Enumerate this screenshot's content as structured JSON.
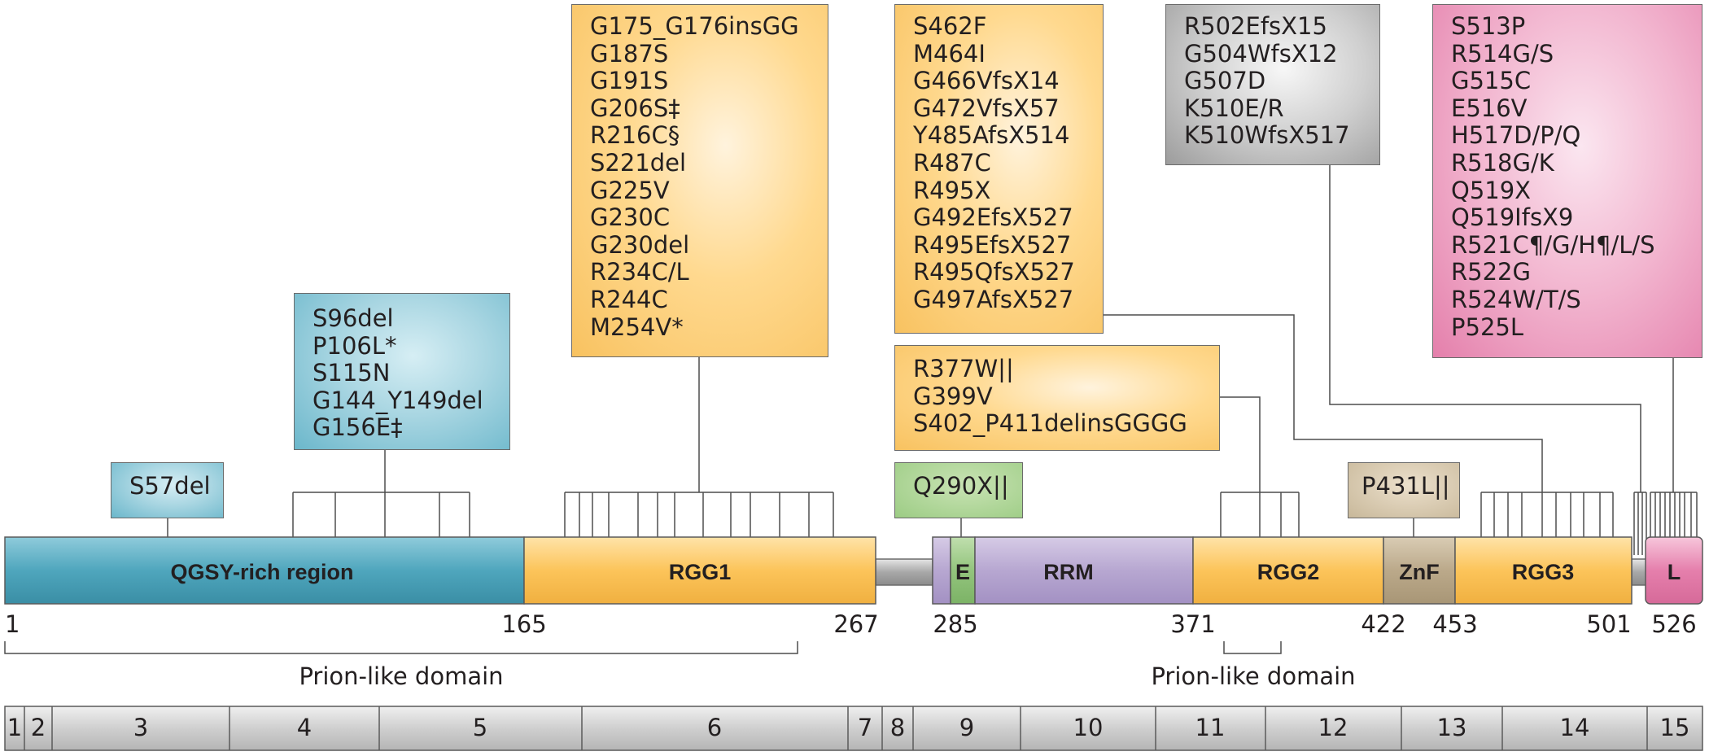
{
  "mutation_groups": {
    "qgsy_single": [
      "S57del"
    ],
    "qgsy_cluster": [
      "S96del",
      "P106L*",
      "S115N",
      "G144_Y149del",
      "G156E‡"
    ],
    "rgg1": [
      "G175_G176insGG",
      "G187S",
      "G191S",
      "G206S‡",
      "R216C§",
      "S221del",
      "G225V",
      "G230C",
      "G230del",
      "R234C/L",
      "R244C",
      "M254V*"
    ],
    "exon_e": [
      "Q290X||"
    ],
    "rgg2_a": [
      "S462F",
      "M464I",
      "G466VfsX14",
      "G472VfsX57",
      "Y485AfsX514",
      "R487C",
      "R495X",
      "G492EfsX527",
      "R495EfsX527",
      "R495QfsX527",
      "G497AfsX527"
    ],
    "rgg2_b": [
      "R377W||",
      "G399V",
      "S402_P411delinsGGGG"
    ],
    "znf": [
      "P431L||"
    ],
    "gray": [
      "R502EfsX15",
      "G504WfsX12",
      "G507D",
      "K510E/R",
      "K510WfsX517"
    ],
    "pink": [
      "S513P",
      "R514G/S",
      "G515C",
      "E516V",
      "H517D/P/Q",
      "R518G/K",
      "Q519X",
      "Q519IfsX9",
      "R521C¶/G/H¶/L/S",
      "R522G",
      "R524W/T/S",
      "P525L"
    ]
  },
  "domains": {
    "qgsy": "QGSY-rich region",
    "rgg1": "RGG1",
    "e": "E",
    "rrm": "RRM",
    "rgg2": "RGG2",
    "znf": "ZnF",
    "rgg3": "RGG3",
    "l": "L"
  },
  "positions": [
    "1",
    "165",
    "267",
    "285",
    "371",
    "422",
    "453",
    "501",
    "526"
  ],
  "prion_labels": [
    "Prion-like domain",
    "Prion-like domain"
  ],
  "exons": [
    "1",
    "2",
    "3",
    "4",
    "5",
    "6",
    "7",
    "8",
    "9",
    "10",
    "11",
    "12",
    "13",
    "14",
    "15"
  ],
  "colors": {
    "qgsy": "#4fa6bd",
    "rgg": "#fcc45a",
    "e": "#93c47d",
    "rrm": "#b7a7d1",
    "znf": "#bba98a",
    "l": "#e57fac",
    "linker": "#a0a0a0",
    "exon": "#cfcfcf"
  }
}
